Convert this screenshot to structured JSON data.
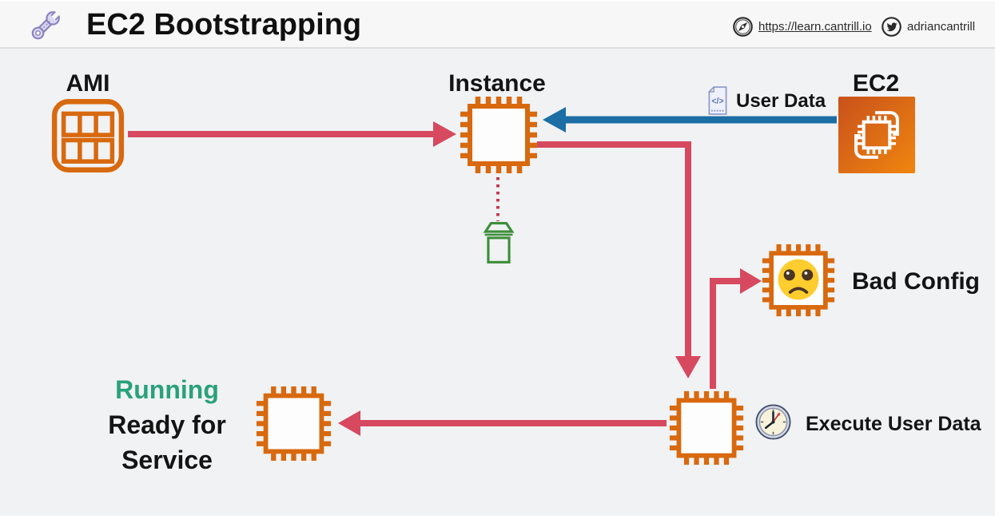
{
  "header": {
    "title": "EC2 Bootstrapping",
    "site_url": "https://learn.cantrill.io",
    "twitter_handle": "adriancantrill"
  },
  "nodes": {
    "ami": {
      "label": "AMI"
    },
    "instance": {
      "label": "Instance"
    },
    "ec2": {
      "label": "EC2"
    },
    "user_data": {
      "label": "User Data"
    },
    "bad_config": {
      "label": "Bad Config"
    },
    "execute_user_data": {
      "label": "Execute User Data"
    },
    "running": {
      "status": "Running",
      "line1": "Ready for",
      "line2": "Service"
    }
  },
  "icons": {
    "user_data_glyph": "</>"
  },
  "colors": {
    "orange": "#d8690f",
    "red": "#d6495f",
    "dottedred": "#c43a50",
    "blue": "#1c6ea4",
    "green": "#3e8e3c",
    "teal": "#29a17c",
    "emoji": "#ffcd2e",
    "emojiink": "#4a3524"
  }
}
